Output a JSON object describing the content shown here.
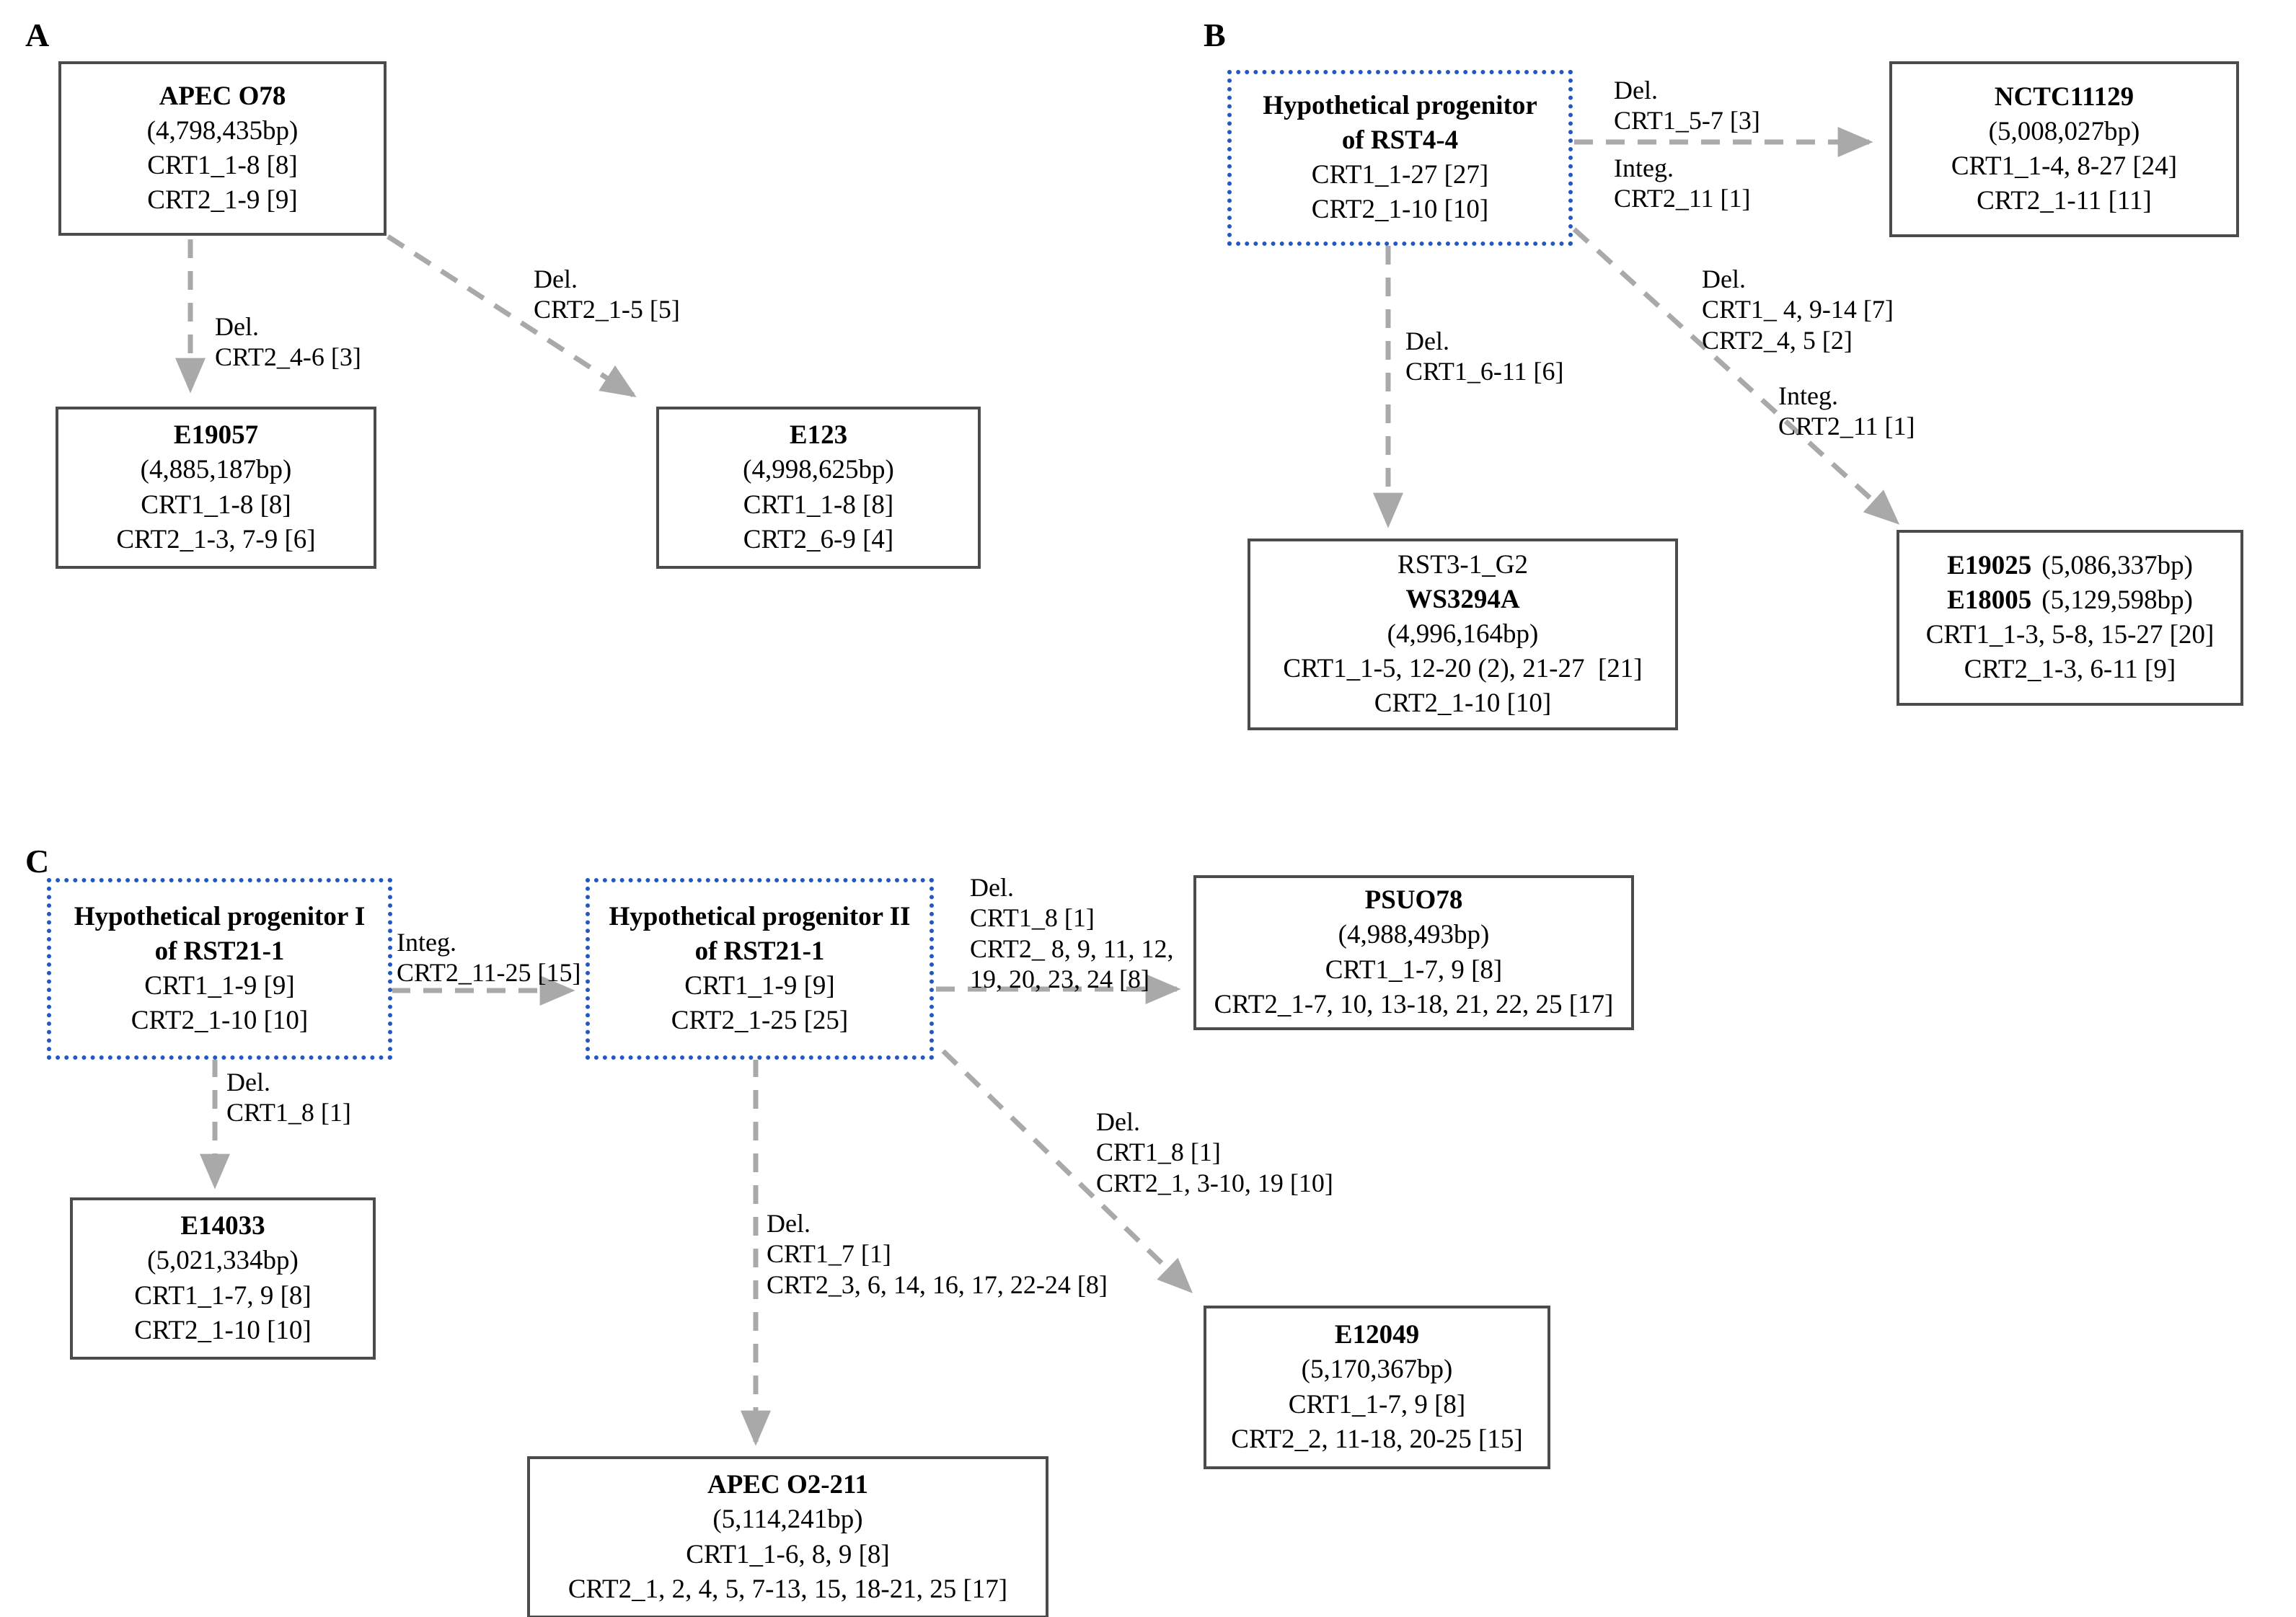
{
  "panels": {
    "a": "A",
    "b": "B",
    "c": "C"
  },
  "colors": {
    "box_border": "#4b4b4b",
    "progenitor_border": "#2257c4",
    "arrow": "#a9a9a9",
    "text": "#000000"
  },
  "nodes": {
    "apec_o78": {
      "name": "APEC O78",
      "size": "(4,798,435bp)",
      "crt1": "CRT1_1-8 [8]",
      "crt2": "CRT2_1-9 [9]"
    },
    "e19057": {
      "name": "E19057",
      "size": "(4,885,187bp)",
      "crt1": "CRT1_1-8 [8]",
      "crt2": "CRT2_1-3, 7-9 [6]"
    },
    "e123": {
      "name": "E123",
      "size": "(4,998,625bp)",
      "crt1": "CRT1_1-8 [8]",
      "crt2": "CRT2_6-9 [4]"
    },
    "prog_rst44": {
      "title1": "Hypothetical progenitor",
      "title2": "of RST4-4",
      "crt1": "CRT1_1-27 [27]",
      "crt2": "CRT2_1-10 [10]"
    },
    "nctc11129": {
      "name": "NCTC11129",
      "size": "(5,008,027bp)",
      "crt1": "CRT1_1-4, 8-27 [24]",
      "crt2": "CRT2_1-11 [11]"
    },
    "ws3294a": {
      "alt_name": "RST3-1_G2",
      "name": "WS3294A",
      "size": "(4,996,164bp)",
      "crt1": "CRT1_1-5, 12-20 (2), 21-27  [21]",
      "crt2": "CRT2_1-10 [10]"
    },
    "e19025_e18005": {
      "name1": "E19025",
      "size1": "(5,086,337bp)",
      "name2": "E18005",
      "size2": "(5,129,598bp)",
      "crt1": "CRT1_1-3, 5-8, 15-27 [20]",
      "crt2": "CRT2_1-3, 6-11 [9]"
    },
    "prog1_rst211": {
      "title1": "Hypothetical progenitor I",
      "title2": "of RST21-1",
      "crt1": "CRT1_1-9 [9]",
      "crt2": "CRT2_1-10 [10]"
    },
    "prog2_rst211": {
      "title1": "Hypothetical progenitor II",
      "title2": "of RST21-1",
      "crt1": "CRT1_1-9 [9]",
      "crt2": "CRT2_1-25 [25]"
    },
    "e14033": {
      "name": "E14033",
      "size": "(5,021,334bp)",
      "crt1": "CRT1_1-7, 9 [8]",
      "crt2": "CRT2_1-10 [10]"
    },
    "psuo78": {
      "name": "PSUO78",
      "size": "(4,988,493bp)",
      "crt1": "CRT1_1-7, 9 [8]",
      "crt2": "CRT2_1-7, 10, 13-18, 21, 22, 25 [17]"
    },
    "apec_o2_211": {
      "name": "APEC O2-211",
      "size": "(5,114,241bp)",
      "crt1": "CRT1_1-6, 8, 9 [8]",
      "crt2": "CRT2_1, 2, 4, 5, 7-13, 15, 18-21, 25 [17]"
    },
    "e12049": {
      "name": "E12049",
      "size": "(5,170,367bp)",
      "crt1": "CRT1_1-7, 9 [8]",
      "crt2": "CRT2_2, 11-18, 20-25 [15]"
    }
  },
  "edges": {
    "a_down": [
      "Del.",
      "CRT2_4-6 [3]"
    ],
    "a_diag": [
      "Del.",
      "CRT2_1-5 [5]"
    ],
    "b_right_top": [
      "Del.",
      "CRT1_5-7 [3]"
    ],
    "b_right_bottom": [
      "Integ.",
      "CRT2_11 [1]"
    ],
    "b_down": [
      "Del.",
      "CRT1_6-11 [6]"
    ],
    "b_diag_top": [
      "Del.",
      "CRT1_ 4, 9-14 [7]",
      "CRT2_4, 5 [2]"
    ],
    "b_diag_bottom": [
      "Integ.",
      "CRT2_11 [1]"
    ],
    "c_right1": [
      "Integ.",
      "CRT2_11-25 [15]"
    ],
    "c_down1": [
      "Del.",
      "CRT1_8 [1]"
    ],
    "c_right2": [
      "Del.",
      "CRT1_8 [1]",
      "CRT2_ 8, 9, 11, 12,",
      "19, 20, 23, 24 [8]"
    ],
    "c_down2": [
      "Del.",
      "CRT1_7 [1]",
      "CRT2_3, 6, 14, 16, 17, 22-24 [8]"
    ],
    "c_diag": [
      "Del.",
      "CRT1_8 [1]",
      "CRT2_1, 3-10, 19 [10]"
    ]
  }
}
